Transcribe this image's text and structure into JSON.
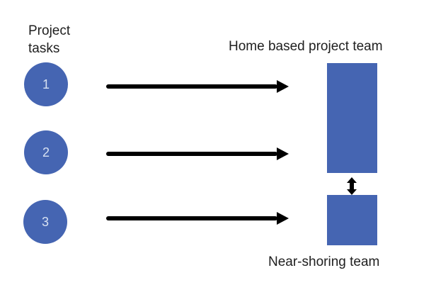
{
  "labels": {
    "project_tasks": "Project tasks",
    "home_team": "Home based project team",
    "nearshore_team": "Near-shoring team"
  },
  "tasks": [
    {
      "id": "1"
    },
    {
      "id": "2"
    },
    {
      "id": "3"
    }
  ],
  "colors": {
    "shape_blue": "#4565B2",
    "arrow": "#000000",
    "text": "#202020",
    "task_number": "#D7E1F2"
  }
}
